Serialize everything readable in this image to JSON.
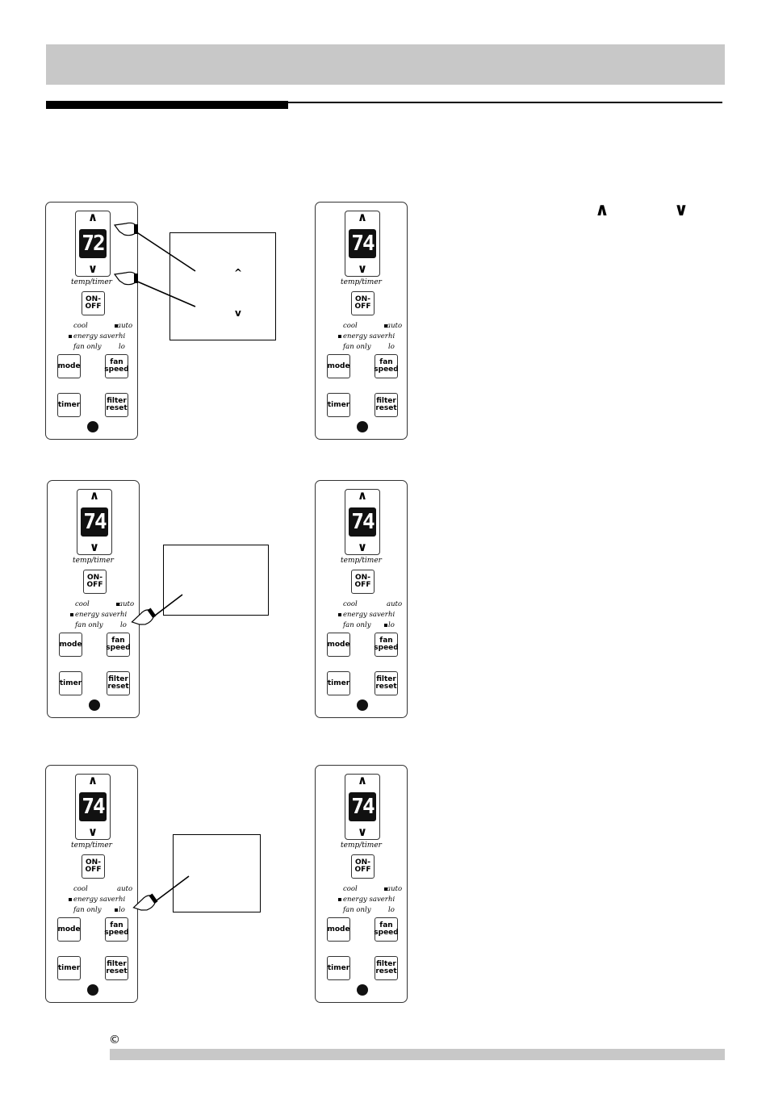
{
  "side_arrows": {
    "up": "∧",
    "down": "∨"
  },
  "copyright": "©",
  "callouts": {
    "c1_up": "^",
    "c1_down": "v"
  },
  "panels": [
    {
      "temp": "72",
      "arrow_up": "∧",
      "arrow_down": "∨",
      "temp_label": "temp/timer",
      "on_off": [
        "ON-",
        "OFF"
      ],
      "modes": {
        "cool": "cool",
        "energy_saver": "energy saver",
        "fan_only": "fan only",
        "auto": "auto",
        "hi": "hi",
        "lo": "lo"
      },
      "mode": "mode",
      "fan": [
        "fan",
        "speed"
      ],
      "timer": "timer",
      "filter": [
        "filter",
        "reset"
      ]
    },
    {
      "temp": "74",
      "arrow_up": "∧",
      "arrow_down": "∨",
      "temp_label": "temp/timer",
      "on_off": [
        "ON-",
        "OFF"
      ],
      "modes": {
        "cool": "cool",
        "energy_saver": "energy saver",
        "fan_only": "fan only",
        "auto": "auto",
        "hi": "hi",
        "lo": "lo"
      },
      "mode": "mode",
      "fan": [
        "fan",
        "speed"
      ],
      "timer": "timer",
      "filter": [
        "filter",
        "reset"
      ]
    },
    {
      "temp": "74",
      "arrow_up": "∧",
      "arrow_down": "∨",
      "temp_label": "temp/timer",
      "on_off": [
        "ON-",
        "OFF"
      ],
      "modes": {
        "cool": "cool",
        "energy_saver": "energy saver",
        "fan_only": "fan only",
        "auto": "auto",
        "hi": "hi",
        "lo": "lo"
      },
      "mode": "mode",
      "fan": [
        "fan",
        "speed"
      ],
      "timer": "timer",
      "filter": [
        "filter",
        "reset"
      ]
    },
    {
      "temp": "74",
      "arrow_up": "∧",
      "arrow_down": "∨",
      "temp_label": "temp/timer",
      "on_off": [
        "ON-",
        "OFF"
      ],
      "modes": {
        "cool": "cool",
        "energy_saver": "energy saver",
        "fan_only": "fan only",
        "auto": "auto",
        "hi": "hi",
        "lo": "lo"
      },
      "mode": "mode",
      "fan": [
        "fan",
        "speed"
      ],
      "timer": "timer",
      "filter": [
        "filter",
        "reset"
      ]
    },
    {
      "temp": "74",
      "arrow_up": "∧",
      "arrow_down": "∨",
      "temp_label": "temp/timer",
      "on_off": [
        "ON-",
        "OFF"
      ],
      "modes": {
        "cool": "cool",
        "energy_saver": "energy saver",
        "fan_only": "fan only",
        "auto": "auto",
        "hi": "hi",
        "lo": "lo"
      },
      "mode": "mode",
      "fan": [
        "fan",
        "speed"
      ],
      "timer": "timer",
      "filter": [
        "filter",
        "reset"
      ]
    },
    {
      "temp": "74",
      "arrow_up": "∧",
      "arrow_down": "∨",
      "temp_label": "temp/timer",
      "on_off": [
        "ON-",
        "OFF"
      ],
      "modes": {
        "cool": "cool",
        "energy_saver": "energy saver",
        "fan_only": "fan only",
        "auto": "auto",
        "hi": "hi",
        "lo": "lo"
      },
      "mode": "mode",
      "fan": [
        "fan",
        "speed"
      ],
      "timer": "timer",
      "filter": [
        "filter",
        "reset"
      ]
    }
  ]
}
